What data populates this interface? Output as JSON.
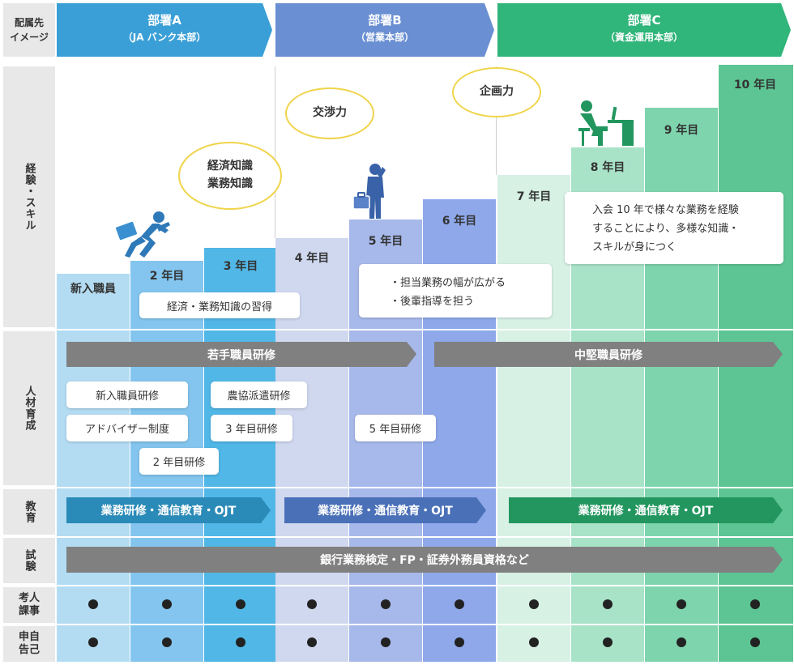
{
  "header": {
    "label": "配属先\nイメージ",
    "departments": [
      {
        "name": "部署A",
        "sub": "（JA バンク本部）",
        "color": "#3a9fd6"
      },
      {
        "name": "部署B",
        "sub": "（営業本部）",
        "color": "#6a8fd2"
      },
      {
        "name": "部署C",
        "sub": "（資金運用本部）",
        "color": "#30b57a"
      }
    ]
  },
  "row_labels": {
    "skill": "経験・スキル",
    "hr": "人材育成",
    "edu": "教育",
    "exam": "試験",
    "eval": "考人\n課事",
    "self": "申自\n告己"
  },
  "columns": [
    {
      "label": "新入職員",
      "color": "#b3dcf3"
    },
    {
      "label": "2 年目",
      "color": "#83c5ee"
    },
    {
      "label": "3 年目",
      "color": "#51b7e6"
    },
    {
      "label": "4 年目",
      "color": "#cfd8ef"
    },
    {
      "label": "5 年目",
      "color": "#a7b9ea"
    },
    {
      "label": "6 年目",
      "color": "#8ea8ea"
    },
    {
      "label": "7 年目",
      "color": "#d7f1e5"
    },
    {
      "label": "8 年目",
      "color": "#a8e3c8"
    },
    {
      "label": "9 年目",
      "color": "#7ed4ad"
    },
    {
      "label": "10 年目",
      "color": "#5cc593"
    }
  ],
  "bubbles": {
    "a": "経済知識\n業務知識",
    "b": "交渉力",
    "c": "企画力"
  },
  "skill_notes": {
    "a": "経済・業務知識の習得",
    "b": "・担当業務の幅が広がる\n・後輩指導を担う",
    "c": "入会 10 年で様々な業務を経験\nすることにより、多様な知識・\nスキルが身につく"
  },
  "training": {
    "young": "若手職員研修",
    "mid": "中堅職員研修",
    "cards": [
      "新入職員研修",
      "アドバイザー制度",
      "2 年目研修",
      "農協派遣研修",
      "3 年目研修",
      "5 年目研修"
    ]
  },
  "education": {
    "a": "業務研修・通信教育・OJT",
    "b": "業務研修・通信教育・OJT",
    "c": "業務研修・通信教育・OJT",
    "colors": {
      "a": "#2a8ab8",
      "b": "#4a70b8",
      "c": "#22965e"
    }
  },
  "exam": "銀行業務検定・FP・証券外務員資格など",
  "colors": {
    "gray_arrow": "#808080",
    "bubble_border": "#f0d44a"
  }
}
